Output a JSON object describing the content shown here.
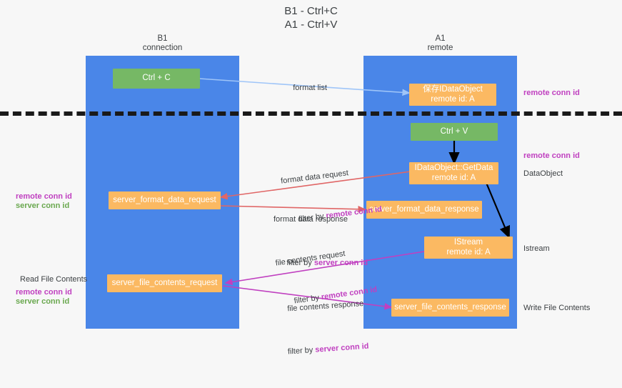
{
  "title": "B1 - Ctrl+C\nA1 - Ctrl+V",
  "lanes": [
    {
      "name": "b1",
      "header": "B1\nconnection"
    },
    {
      "name": "a1",
      "header": "A1\nremote"
    }
  ],
  "nodes": [
    {
      "id": "ctrl-c",
      "label": "Ctrl + C",
      "color": "green",
      "lane": "b1"
    },
    {
      "id": "save-idataobject",
      "label": "保存IDataObject\nremote id: A",
      "color": "orange",
      "lane": "a1"
    },
    {
      "id": "ctrl-v",
      "label": "Ctrl + V",
      "color": "green",
      "lane": "a1"
    },
    {
      "id": "idataobject-getdata",
      "label": "IDataObject::GetData\nremote id: A",
      "color": "orange",
      "lane": "a1"
    },
    {
      "id": "server-format-data-request",
      "label": "server_format_data_request",
      "color": "orange",
      "lane": "b1"
    },
    {
      "id": "server-format-data-response",
      "label": "server_format_data_response",
      "color": "orange",
      "lane": "a1"
    },
    {
      "id": "istream",
      "label": "IStream\nremote id: A",
      "color": "orange",
      "lane": "a1"
    },
    {
      "id": "server-file-contents-request",
      "label": "server_file_contents_request",
      "color": "orange",
      "lane": "b1"
    },
    {
      "id": "server-file-contents-response",
      "label": "server_file_contents_response",
      "color": "orange",
      "lane": "a1"
    }
  ],
  "edge_labels": [
    {
      "id": "format-list",
      "line1": "format list",
      "line2": "",
      "line2_hl": ""
    },
    {
      "id": "format-data-request",
      "line1": "format data request",
      "line2": "filter by ",
      "line2_hl": "remote conn id"
    },
    {
      "id": "format-data-response",
      "line1": "format data response",
      "line2": "filter by ",
      "line2_hl": "server conn id"
    },
    {
      "id": "file-contents-request",
      "line1": "file contents request",
      "line2": "filter by ",
      "line2_hl": "remote conn id"
    },
    {
      "id": "file-contents-response",
      "line1": "file contents response",
      "line2": "filter by ",
      "line2_hl": "server conn id"
    }
  ],
  "right_labels": [
    {
      "id": "remote-conn-id-top",
      "text": "remote conn id",
      "style": "remote"
    },
    {
      "id": "remote-conn-id-mid",
      "text": "remote conn id",
      "style": "remote"
    },
    {
      "id": "dataobject",
      "text": "DataObject",
      "style": "plain"
    },
    {
      "id": "istream-label",
      "text": "Istream",
      "style": "plain"
    },
    {
      "id": "write-file-contents",
      "text": "Write File Contents",
      "style": "plain"
    }
  ],
  "left_labels": [
    {
      "id": "left-remote-1",
      "text": "remote conn id",
      "style": "remote"
    },
    {
      "id": "left-server-1",
      "text": "server conn id",
      "style": "server"
    },
    {
      "id": "read-file-contents",
      "text": "Read File Contents",
      "style": "plain"
    },
    {
      "id": "left-remote-2",
      "text": "remote conn id",
      "style": "remote"
    },
    {
      "id": "left-server-2",
      "text": "server conn id",
      "style": "server"
    }
  ],
  "colors": {
    "lane": "#4a86e8",
    "green": "#76b865",
    "orange": "#fbb962",
    "remote_conn": "#c040c0",
    "server_conn": "#6aa84f",
    "arrow_blue": "#9fc5f8",
    "arrow_red": "#e06666",
    "arrow_magenta": "#c040c0",
    "arrow_black": "#000000",
    "background": "#f7f7f7"
  }
}
